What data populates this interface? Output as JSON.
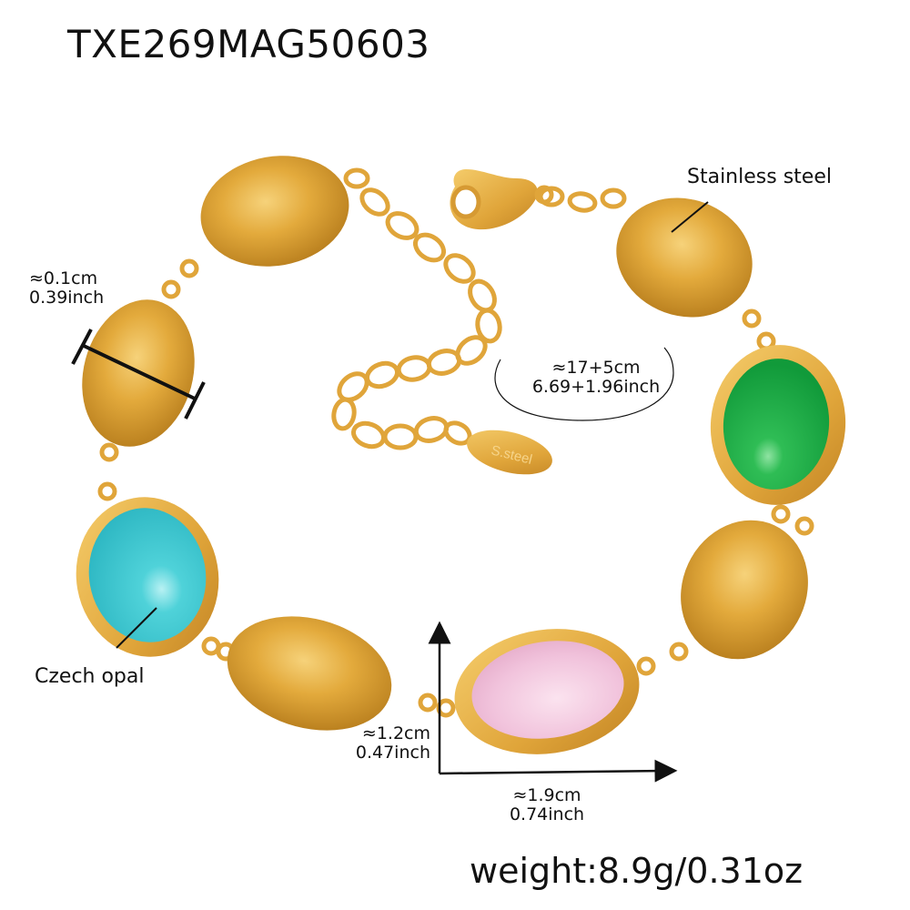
{
  "product": {
    "code": "TXE269MAG50603",
    "weight": "weight:8.9g/0.31oz",
    "tag_engraving": "S.steel"
  },
  "annotations": {
    "material_label": "Stainless steel",
    "stone_label": "Czech opal",
    "bead_size": {
      "metric": "≈0.1cm",
      "imperial": "0.39inch"
    },
    "length": {
      "metric": "≈17+5cm",
      "imperial": "6.69+1.96inch"
    },
    "stone_height": {
      "metric": "≈1.2cm",
      "imperial": "0.47inch"
    },
    "stone_width": {
      "metric": "≈1.9cm",
      "imperial": "0.74inch"
    }
  },
  "colors": {
    "gold": "#e0a73a",
    "gold_light": "#f4cf72",
    "gold_dark": "#b97f1e",
    "turquoise": "#3fc9d1",
    "green": "#1fb04a",
    "pink": "#f1c3dc",
    "ink": "#111111"
  },
  "stones": [
    {
      "name": "turquoise-stone",
      "color": "turquoise"
    },
    {
      "name": "green-stone",
      "color": "green"
    },
    {
      "name": "pink-stone",
      "color": "pink"
    }
  ]
}
